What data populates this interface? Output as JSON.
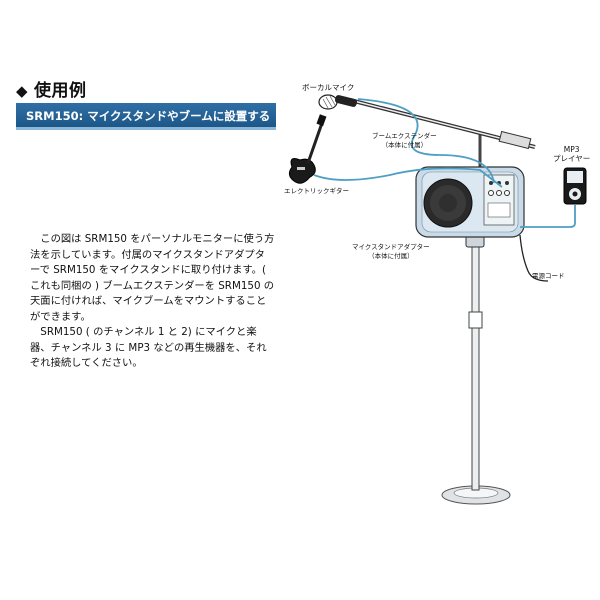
{
  "section": {
    "bullet": "◆",
    "title": "使用例"
  },
  "banner": {
    "text": "SRM150: マイクスタンドやブームに設置する"
  },
  "description": {
    "para1": "この図は SRM150 をパーソナルモニターに使う方法を示しています。付属のマイクスタンドアダプターで SRM150 をマイクスタンドに取り付けます。( これも同梱の ) ブームエクステンダーを SRM150 の天面に付ければ、マイクブームをマウントすることができます。",
    "para2": "SRM150 ( のチャンネル 1 と 2) にマイクと楽器、チャンネル 3 に MP3 などの再生機器を、それぞれ接続してください。"
  },
  "labels": {
    "vocal_mic": "ボーカルマイク",
    "boom_extender": "ブームエクステンダー",
    "boom_extender_note": "（本体に付属）",
    "mp3_player_line1": "MP3",
    "mp3_player_line2": "プレイヤー",
    "electric_guitar": "エレクトリックギター",
    "stand_adapter": "マイクスタンドアダプター",
    "stand_adapter_note": "（本体に付属）",
    "power_cord": "電源コード"
  },
  "colors": {
    "banner": "#1d5788",
    "cable": "#4f9fc4",
    "speaker_body": "#c9dbe8"
  }
}
